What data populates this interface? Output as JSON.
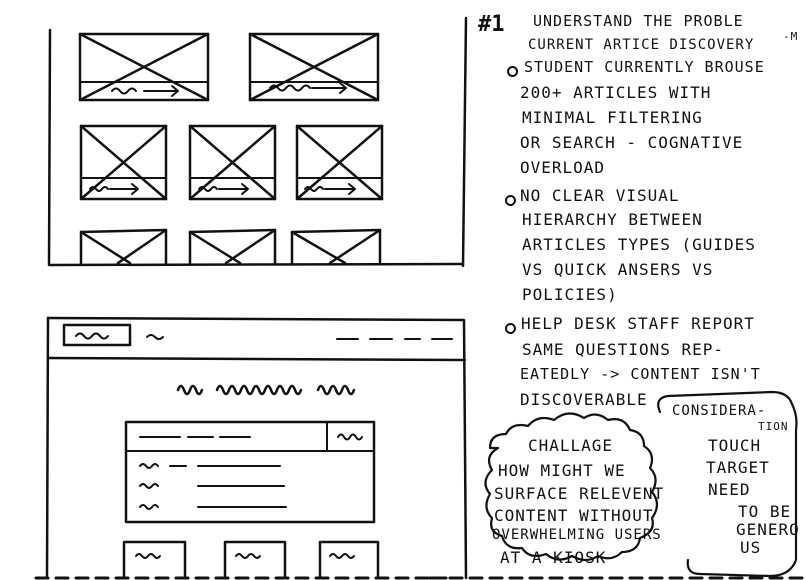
{
  "problem": {
    "number": "#1",
    "title_line1": "UNDERSTAND THE PROBLE",
    "title_m": "-M",
    "title_line2": "CURRENT ARTICE DISCOVERY",
    "bullets": [
      {
        "lines": [
          "STUDENT CURRENTLY BROUSE",
          "200+ ARTICLES WITH",
          "MINIMAL FILTERING",
          "OR SEARCH - COGNATIVE",
          "OVERLOAD"
        ]
      },
      {
        "lines": [
          "NO CLEAR VISUAL",
          "HIERARCHY BETWEEN",
          "ARTICLES TYPES (GUIDES",
          "VS QUICK ANSERS VS",
          "POLICIES)"
        ]
      },
      {
        "lines": [
          "HELP DESK STAFF REPORT",
          "SAME QUESTIONS REP-",
          "EATEDLY -> CONTENT ISN'T",
          "DISCOVERABLE"
        ]
      }
    ]
  },
  "challenge": {
    "title": "CHALLAGE",
    "lines": [
      "HOW MIGHT WE",
      "SURFACE RELEVENT",
      "CONTENT WITHOUT",
      "OVERWHELMING USERS",
      "AT A KIOSK"
    ]
  },
  "consideration": {
    "title_a": "CONSIDERA-",
    "title_b": "TION",
    "lines": [
      "TOUCH",
      "TARGET",
      "NEED",
      "TO BE",
      "GENERO",
      "US"
    ]
  }
}
